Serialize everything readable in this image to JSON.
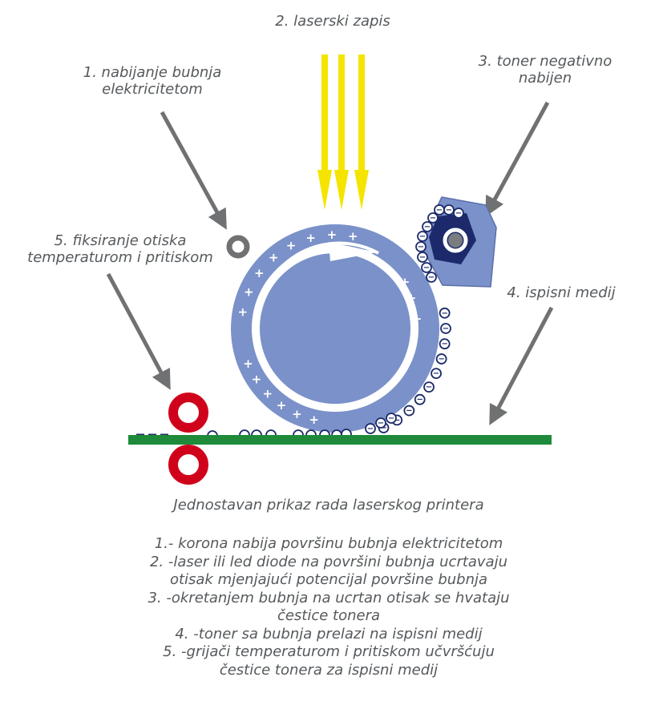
{
  "labels": {
    "laser": "2. laserski zapis",
    "charging_1": "1. nabijanje bubnja",
    "charging_2": "elektricitetom",
    "toner_1": "3. toner negativno",
    "toner_2": "nabijen",
    "fixing_1": "5. fiksiranje otiska",
    "fixing_2": "temperaturom i pritiskom",
    "medium": "4. ispisni medij"
  },
  "symbols": {
    "positive": "+",
    "negative": "−"
  },
  "caption": "Jednostavan prikaz rada laserskog printera",
  "steps": [
    "1.- korona nabija površinu bubnja elektricitetom",
    "2. -laser ili led diode na površini bubnja ucrtavaju",
    "otisak mjenjajući potencijal površine bubnja",
    "3. -okretanjem bubnja na ucrtan otisak se hvataju",
    "čestice tonera",
    "4. -toner sa bubnja prelazi na ispisni medij",
    "5. -grijači temperaturom i pritiskom učvršćuju",
    "čestice tonera za ispisni medij"
  ],
  "colors": {
    "drum_ring": "#7b91c9",
    "drum_core": "#7b91c9",
    "drum_white": "#ffffff",
    "developer_housing": "#7b91c9",
    "developer_roller": "#1c2a6b",
    "toner_particle": "#1c2a6b",
    "laser_beam": "#f5e400",
    "arrow_gray": "#6f7173",
    "corona_wire": "#6f7173",
    "fuser_roller": "#d0021b",
    "paper": "#1e8a3a"
  }
}
